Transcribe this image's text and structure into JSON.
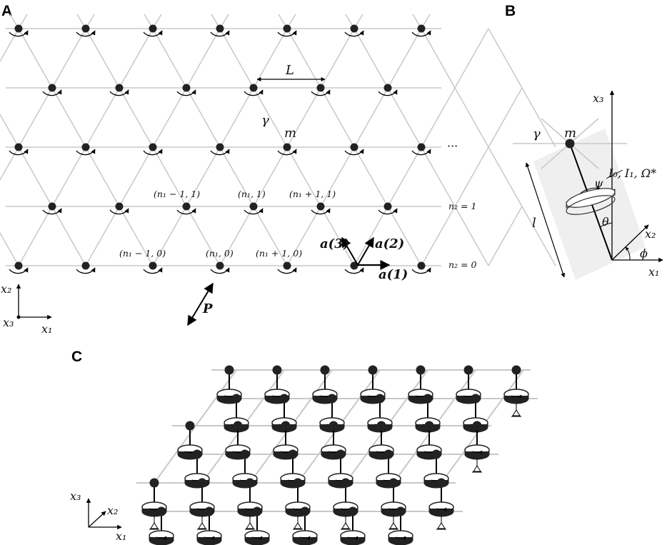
{
  "figure": {
    "panel_a": "A",
    "panel_b": "B",
    "panel_c": "C",
    "colors": {
      "lattice_line": "#c8c8c8",
      "mass": "#222222",
      "arrow": "#000000",
      "shade": "#efefef",
      "disc_edge": "#7a7a7a",
      "disc_side": "#b0b0b0"
    }
  },
  "panel_a": {
    "L": "L",
    "gamma": "γ",
    "m": "m",
    "ellipsis": "···",
    "n2_1": "n₂ = 1",
    "n2_0": "n₂ = 0",
    "row1_labels": [
      "(n₁ − 1, 1)",
      "(n₁, 1)",
      "(n₁ + 1, 1)"
    ],
    "row0_labels": [
      "(n₁ − 1, 0)",
      "(n₁, 0)",
      "(n₁ + 1, 0)"
    ],
    "a1": "a(1)",
    "a2": "a(2)",
    "a3": "a(3)",
    "P": "P",
    "axis_x1": "x₁",
    "axis_x2": "x₂",
    "axis_x3": "x₃"
  },
  "panel_b": {
    "x1": "x₁",
    "x2": "x₂",
    "x3": "x₃",
    "m": "m",
    "gamma": "γ",
    "l": "l",
    "psi": "ψ",
    "theta": "θ",
    "phi": "ϕ",
    "inertia": "I₀, I₁, Ω*"
  },
  "panel_c": {
    "x1": "x₁",
    "x2": "x₂",
    "x3": "x₃"
  }
}
